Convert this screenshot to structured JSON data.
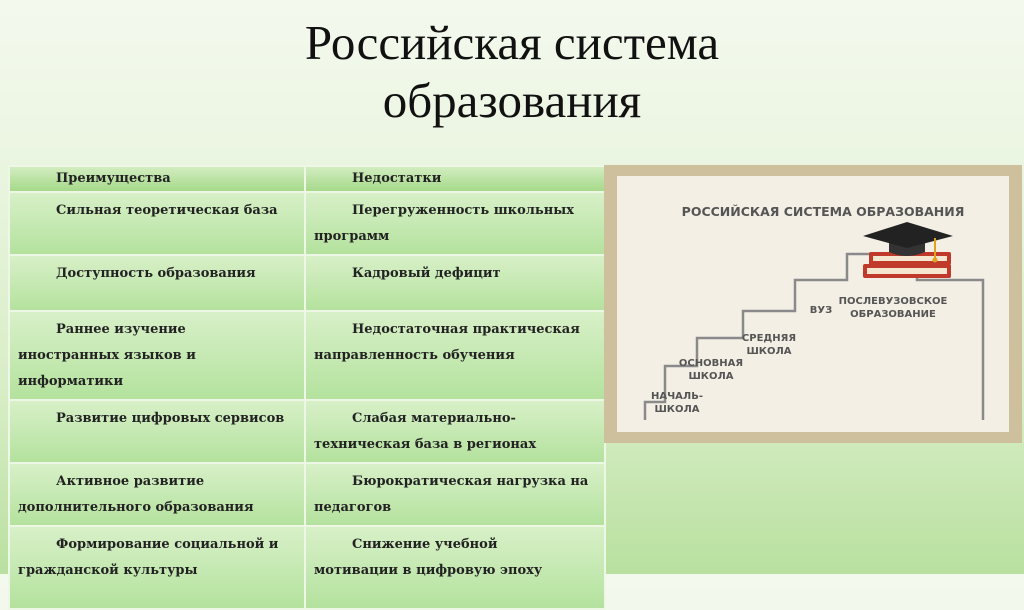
{
  "title": {
    "line1": "Российская система",
    "line2": "образования"
  },
  "table": {
    "headers": [
      "Преимущества",
      "Недостатки"
    ],
    "rows": [
      {
        "adv": [
          "Сильная теоретическая база"
        ],
        "dis": [
          "Перегруженность школьных",
          "программ"
        ]
      },
      {
        "adv": [
          "Доступность образования"
        ],
        "dis": [
          "Кадровый дефицит"
        ]
      },
      {
        "adv": [
          "Раннее изучение",
          "иностранных языков и",
          "информатики"
        ],
        "dis": [
          "Недостаточная практическая",
          "направленность обучения"
        ]
      },
      {
        "adv": [
          "Развитие цифровых сервисов"
        ],
        "dis": [
          "Слабая материально-",
          "техническая база в регионах"
        ]
      },
      {
        "adv": [
          "Активное развитие",
          "дополнительного образования"
        ],
        "dis": [
          "Бюрократическая нагрузка на",
          "педагогов"
        ]
      },
      {
        "adv": [
          "Формирование социальной и",
          "гражданской культуры"
        ],
        "dis": [
          "Снижение учебной",
          "мотивации в цифровую эпоху"
        ]
      }
    ]
  },
  "image": {
    "title": "РОССИЙСКАЯ СИСТЕМА ОБРАЗОВАНИЯ",
    "steps": {
      "nachalnaya": [
        "НАЧАЛЬ-",
        "ШКОЛА"
      ],
      "osnovnaya": [
        "ОСНОВНАЯ",
        "ШКОЛА"
      ],
      "srednyaya": [
        "СРЕДНЯЯ",
        "ШКОЛА"
      ],
      "vuz": [
        "ВУЗ"
      ],
      "poslevuz": [
        "ПОСЛЕВУЗОВСКОЕ",
        "ОБРАЗОВАНИЕ"
      ]
    },
    "colors": {
      "frame": "#cfc09d",
      "paper": "#f3efe4",
      "book": "#c0392b",
      "cap": "#333333",
      "tassel": "#e0a020"
    }
  }
}
